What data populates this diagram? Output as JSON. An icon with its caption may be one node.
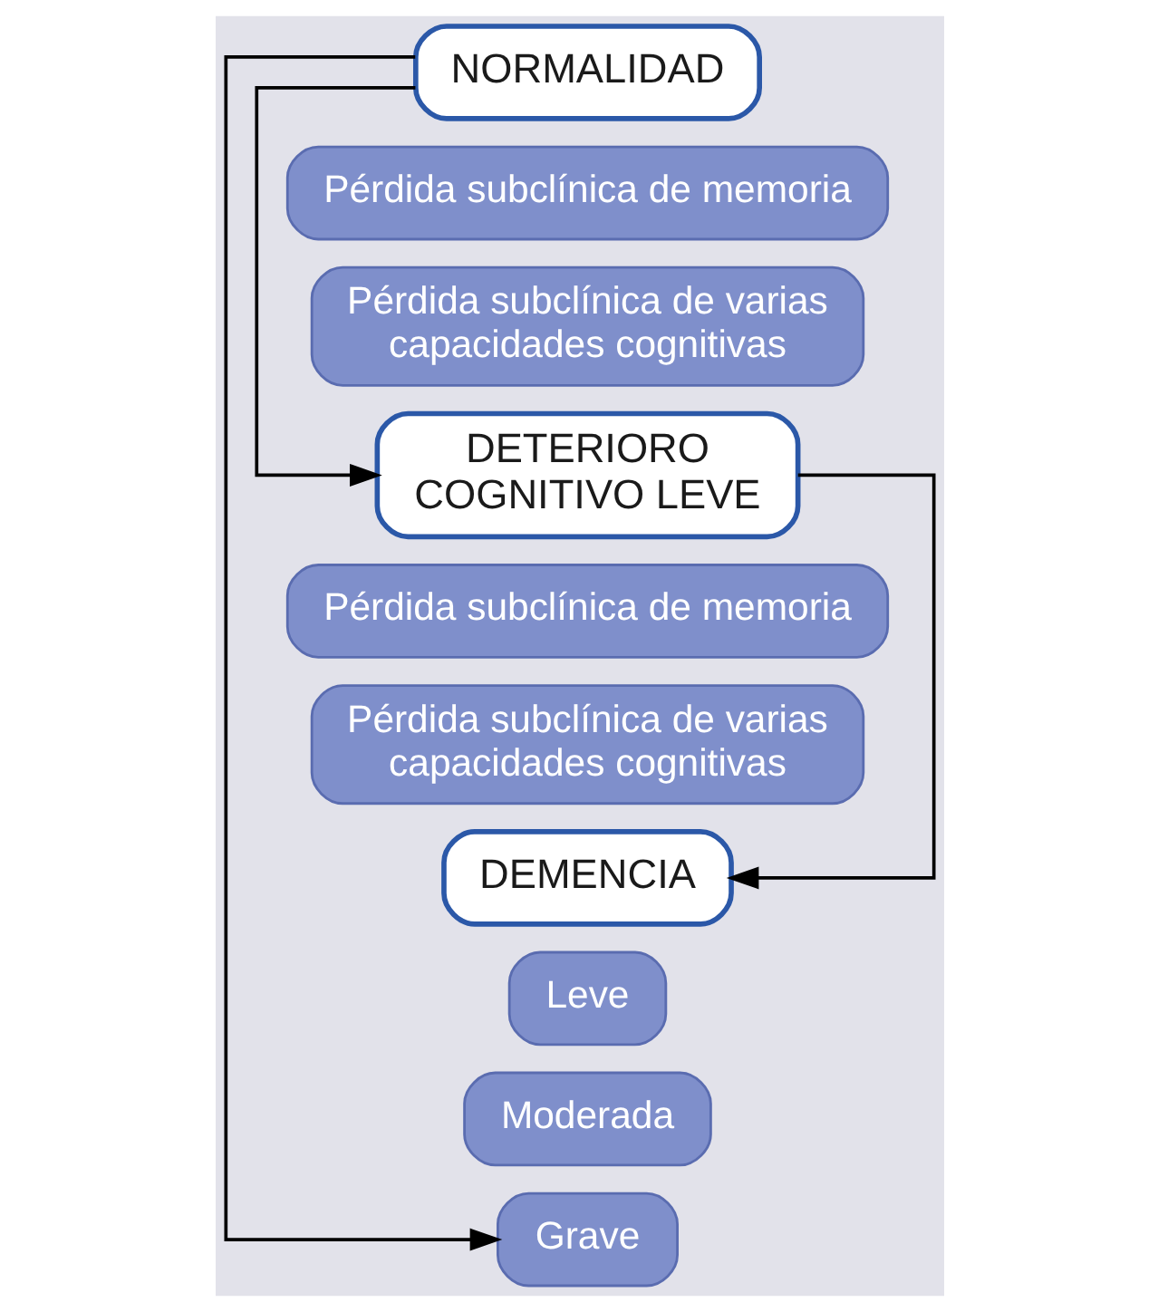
{
  "diagram": {
    "nodes": [
      {
        "text": [
          "NORMALIDAD"
        ]
      },
      {
        "text": [
          "Pérdida subclínica de memoria"
        ]
      },
      {
        "text": [
          "Pérdida subclínica de varias capacidades cognitivas"
        ]
      },
      {
        "text": [
          "DETERIORO COGNITIVO LEVE"
        ]
      },
      {
        "text": [
          "Pérdida subclínica de memoria"
        ]
      },
      {
        "text": [
          "Pérdida subclínica de varias capacidades cognitivas"
        ]
      },
      {
        "text": [
          "DEMENCIA"
        ]
      },
      {
        "text": [
          "Leve"
        ]
      },
      {
        "text": [
          "Moderada"
        ]
      },
      {
        "text": [
          "Grave"
        ]
      }
    ],
    "edges": [
      {
        "from": 0,
        "to": 3,
        "arrow": "to"
      },
      {
        "from": 0,
        "to": 9,
        "arrow": "to"
      },
      {
        "from": 3,
        "to": 6,
        "arrow": "to"
      }
    ]
  }
}
